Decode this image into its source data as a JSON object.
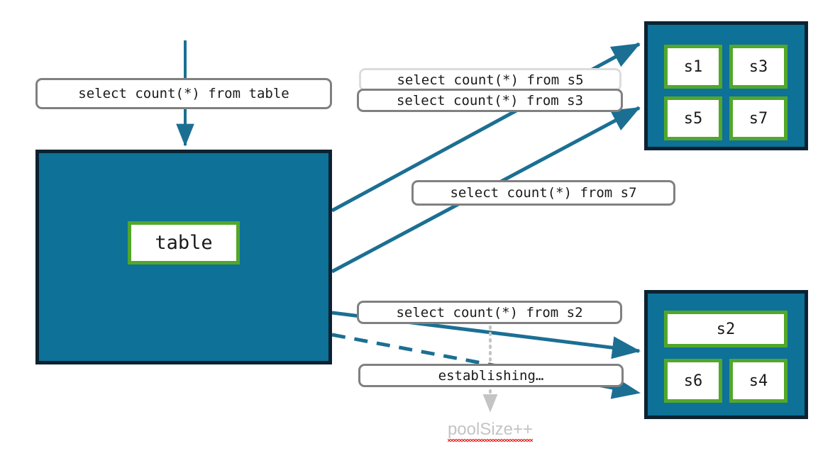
{
  "diagram": {
    "title": "connection pool session routing",
    "colors": {
      "pool_fill": "#0e7197",
      "pool_border": "#0c2231",
      "node_border": "#52a72b",
      "node_fill": "#ffffff",
      "edge": "#1b6f93",
      "label_border": "#808080",
      "label_border_faded": "#dcdcdc",
      "annotation_text": "#c4c4c4",
      "spellcheck_underline": "#f0201b"
    }
  },
  "main_pool": {
    "name": "table-pool",
    "node_label": "table"
  },
  "top_pool": {
    "name": "session-pool-top",
    "sessions": [
      {
        "id": "s1",
        "label": "s1"
      },
      {
        "id": "s3",
        "label": "s3"
      },
      {
        "id": "s5",
        "label": "s5"
      },
      {
        "id": "s7",
        "label": "s7"
      }
    ]
  },
  "bottom_pool": {
    "name": "session-pool-bottom",
    "sessions": [
      {
        "id": "s2",
        "label": "s2"
      },
      {
        "id": "s6",
        "label": "s6"
      },
      {
        "id": "s4",
        "label": "s4"
      }
    ]
  },
  "labels": {
    "incoming_query": "select count(*) from table",
    "query_s5": "select count(*) from s5",
    "query_s3": "select count(*) from s3",
    "query_s7": "select count(*) from s7",
    "query_s2": "select count(*) from s2",
    "establishing": "establishing…"
  },
  "annotation": {
    "pool_size": "poolSize++"
  }
}
